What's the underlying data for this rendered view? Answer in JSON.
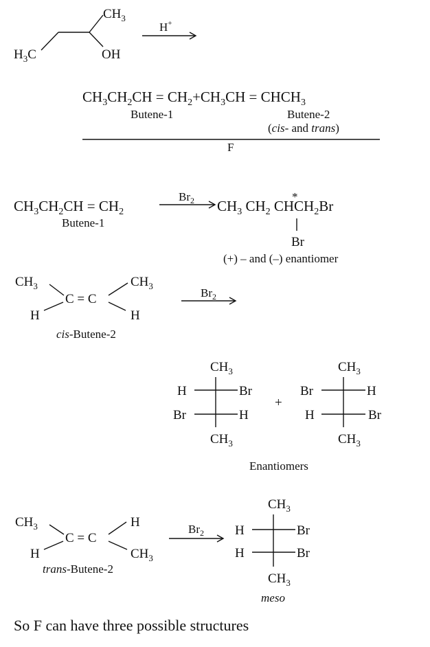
{
  "section1": {
    "reactant_ch3": "CH",
    "reactant_ch3_sub": "3",
    "reactant_h3c": "H",
    "reactant_h3c_sub": "3",
    "reactant_h3c_c": "C",
    "reactant_oh": "OH",
    "reagent": "H",
    "reagent_sup": "+",
    "eq_p1": "CH",
    "eq_p1s": "3",
    "eq_p2": "CH",
    "eq_p2s": "2",
    "eq_p3": "CH = CH",
    "eq_p3s": "2",
    "eq_plus": "+",
    "eq_p4": "CH",
    "eq_p4s": "3",
    "eq_p5": "CH = CHCH",
    "eq_p5s": "3",
    "label_b1": "Butene-1",
    "label_b2": "Butene-2",
    "label_cistrans_open": "(",
    "label_cis": "cis",
    "label_and": "- and ",
    "label_trans": "trans",
    "label_close": ")",
    "mixture_label": "F"
  },
  "section2": {
    "r1": "CH",
    "r1s": "3",
    "r2": "CH",
    "r2s": "2",
    "r3": "CH = CH",
    "r3s": "2",
    "reagent": "Br",
    "reagent_sub": "2",
    "p1": "CH",
    "p1s": "3",
    "p2": " CH",
    "p2s": "2",
    "p3": " CHCH",
    "p3s": "2",
    "p4": "Br",
    "chiral_mark": "*",
    "br_sub": "Br",
    "label_b1": "Butene-1",
    "enantiomer_note": "(+) – and (–) enantiomer"
  },
  "section3": {
    "ch3_left": "CH",
    "ch3_left_sub": "3",
    "ch3_right": "CH",
    "ch3_right_sub": "3",
    "c_eq_c": "C = C",
    "h_left": "H",
    "h_right": "H",
    "reagent": "Br",
    "reagent_sub": "2",
    "name_cis": "cis",
    "name_rest": "-Butene-2",
    "fischer_a": {
      "top": "CH",
      "top_sub": "3",
      "l1": "H",
      "r1": "Br",
      "l2": "Br",
      "r2": "H",
      "bottom": "CH",
      "bottom_sub": "3"
    },
    "plus": "+",
    "fischer_b": {
      "top": "CH",
      "top_sub": "3",
      "l1": "Br",
      "r1": "H",
      "l2": "H",
      "r2": "Br",
      "bottom": "CH",
      "bottom_sub": "3"
    },
    "label": "Enantiomers"
  },
  "section4": {
    "ch3_left": "CH",
    "ch3_left_sub": "3",
    "h_right_top": "H",
    "c_eq_c": "C = C",
    "h_left": "H",
    "ch3_right": "CH",
    "ch3_right_sub": "3",
    "name_trans": "trans",
    "name_rest": "-Butene-2",
    "reagent": "Br",
    "reagent_sub": "2",
    "fischer": {
      "top": "CH",
      "top_sub": "3",
      "l1": "H",
      "r1": "Br",
      "l2": "H",
      "r2": "Br",
      "bottom": "CH",
      "bottom_sub": "3"
    },
    "label": "meso"
  },
  "conclusion": "So F can have three possible structures"
}
